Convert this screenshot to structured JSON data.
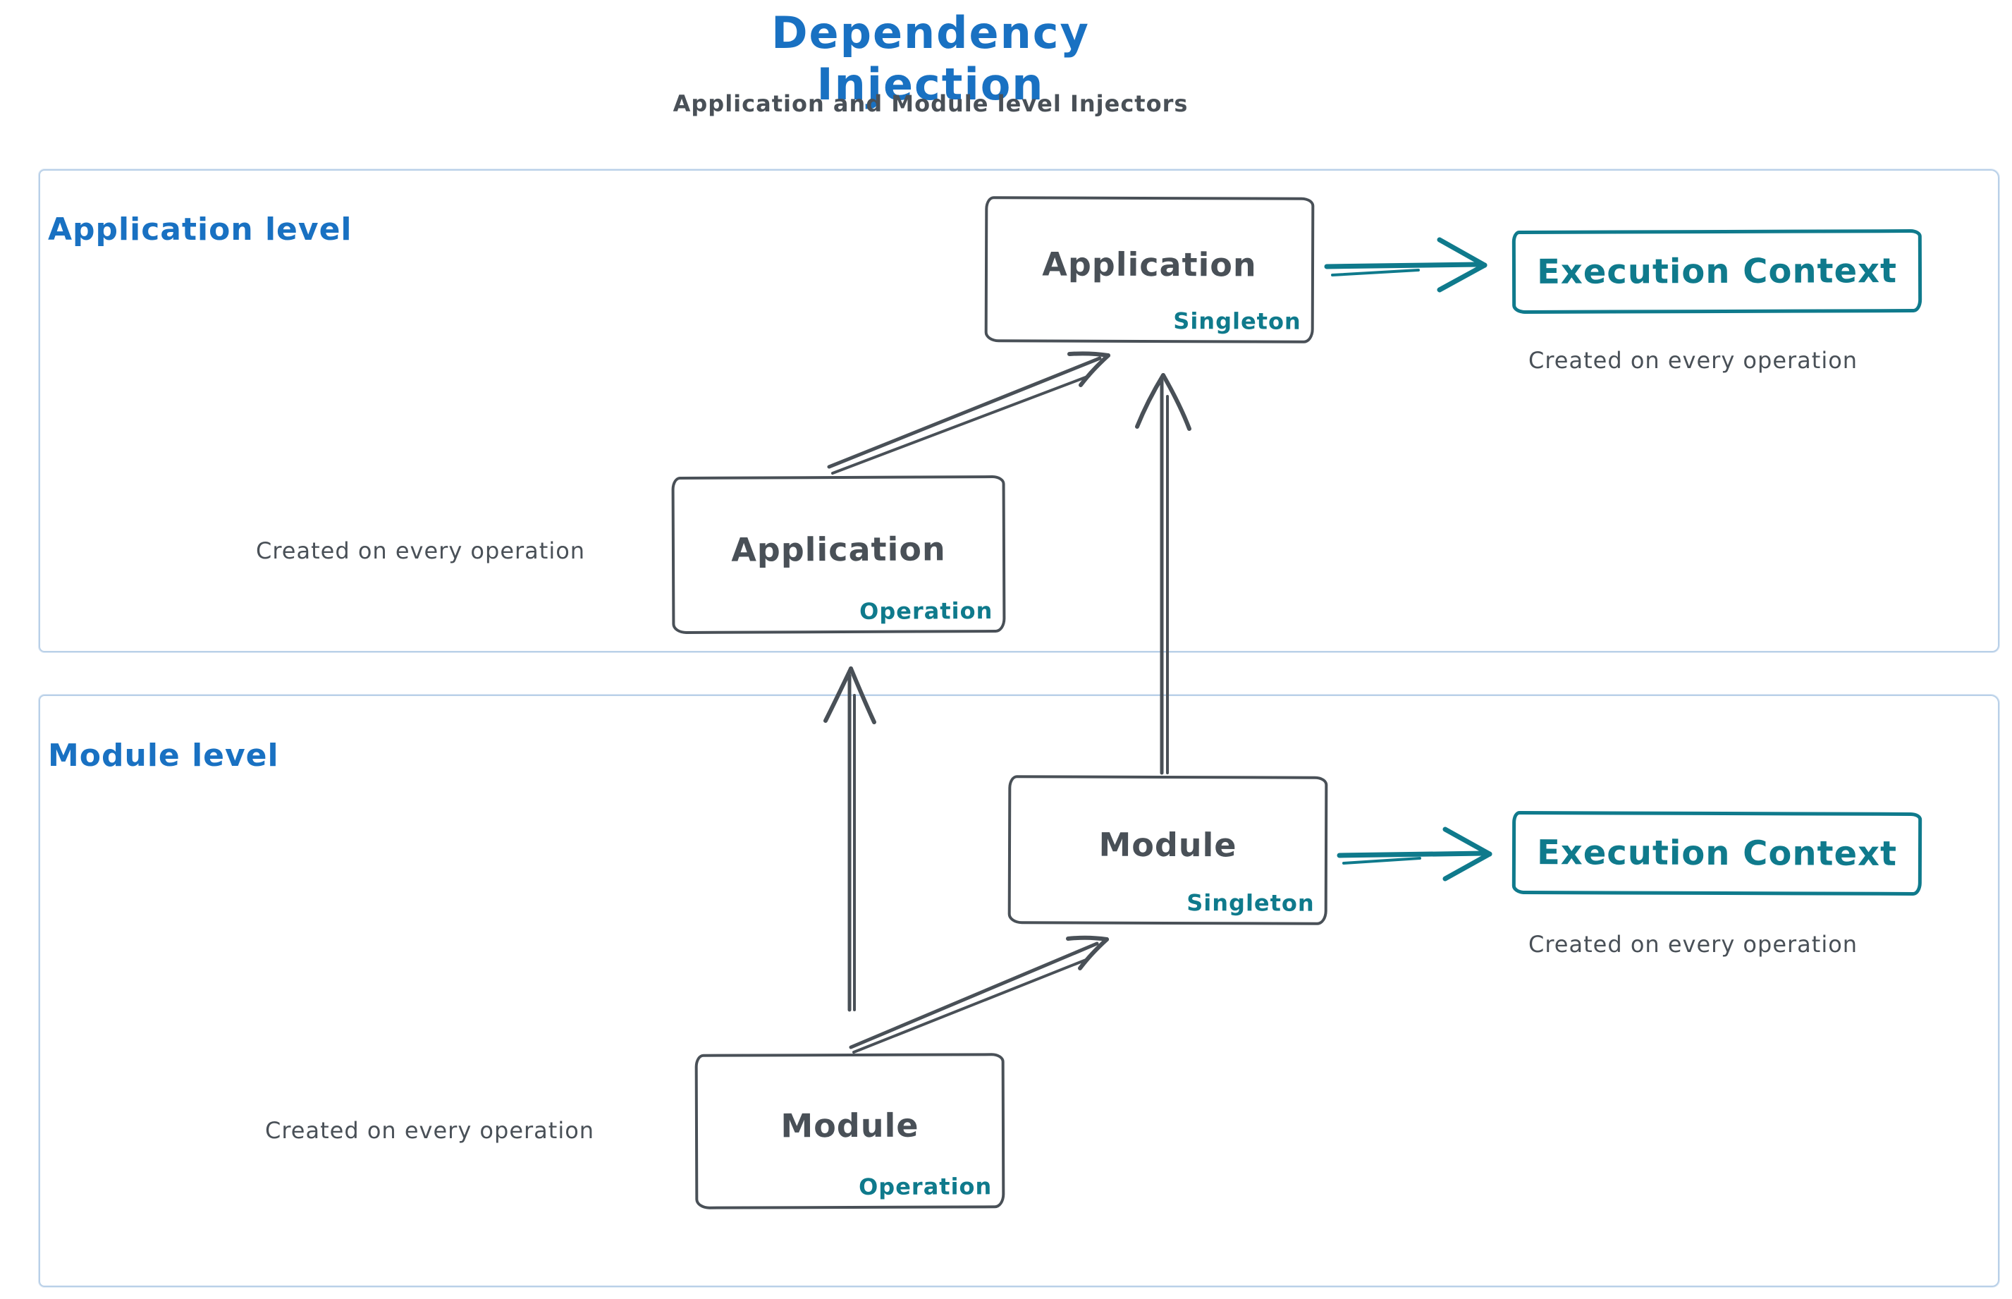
{
  "diagram": {
    "title": "Dependency Injection",
    "subtitle": "Application and Module level Injectors",
    "sections": {
      "application": {
        "label": "Application level"
      },
      "module": {
        "label": "Module level"
      }
    },
    "nodes": {
      "app_singleton": {
        "title": "Application",
        "badge": "Singleton"
      },
      "app_operation": {
        "title": "Application",
        "badge": "Operation"
      },
      "module_singleton": {
        "title": "Module",
        "badge": "Singleton"
      },
      "module_operation": {
        "title": "Module",
        "badge": "Operation"
      },
      "app_execution_context": {
        "label": "Execution Context",
        "note": "Created on every operation"
      },
      "module_execution_context": {
        "label": "Execution Context",
        "note": "Created on every operation"
      }
    },
    "notes": {
      "app_operation": "Created on every operation",
      "module_operation": "Created on every operation"
    },
    "edges": [
      {
        "from": "app_operation",
        "to": "app_singleton"
      },
      {
        "from": "module_singleton",
        "to": "app_singleton"
      },
      {
        "from": "app_singleton",
        "to": "app_execution_context"
      },
      {
        "from": "module_operation",
        "to": "module_singleton"
      },
      {
        "from": "module_operation",
        "to": "app_operation"
      },
      {
        "from": "module_singleton",
        "to": "module_execution_context"
      }
    ],
    "colors": {
      "accent_blue": "#1971c2",
      "ink": "#495057",
      "teal": "#0f7a8c",
      "section_border": "#b9d0e8"
    }
  }
}
